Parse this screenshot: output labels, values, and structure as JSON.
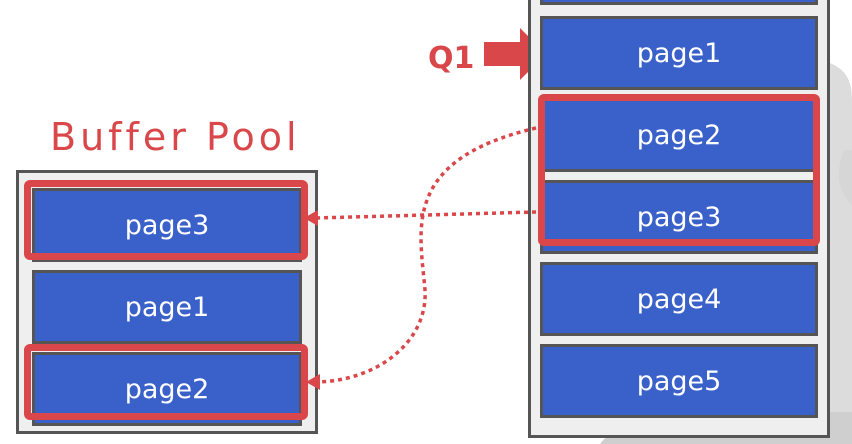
{
  "buffer_pool": {
    "title": "Buffer Pool",
    "frames": [
      "page3",
      "page1",
      "page2"
    ]
  },
  "query": {
    "label": "Q1"
  },
  "disk": {
    "pages": [
      "page1",
      "page2",
      "page3",
      "page4",
      "page5"
    ]
  },
  "colors": {
    "accent": "#d9474a",
    "page_fill": "#3a61c9",
    "container_fill": "#efefef",
    "border": "#555555"
  }
}
